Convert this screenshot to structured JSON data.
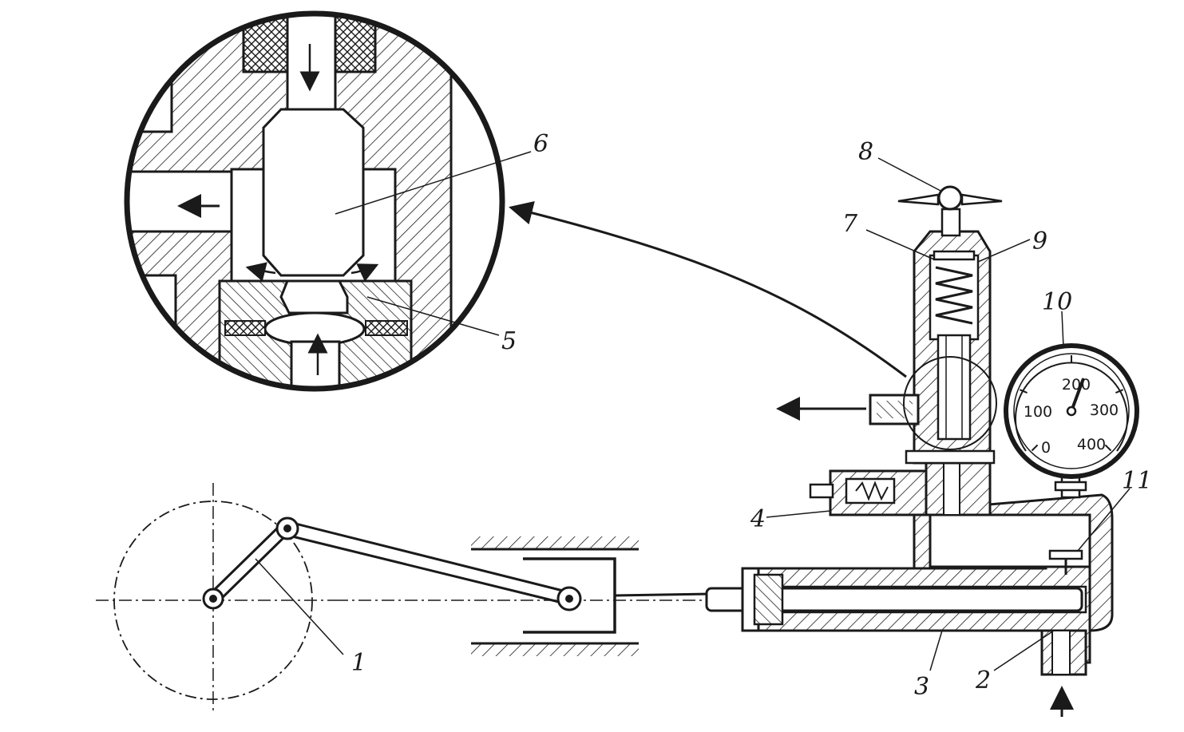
{
  "callouts": {
    "c1": "1",
    "c2": "2",
    "c3": "3",
    "c4": "4",
    "c5": "5",
    "c6": "6",
    "c7": "7",
    "c8": "8",
    "c9": "9",
    "c10": "10",
    "c11": "11"
  },
  "gauge": {
    "scale_labels": [
      "0",
      "100",
      "200",
      "300",
      "400"
    ],
    "needle_value": 230
  }
}
